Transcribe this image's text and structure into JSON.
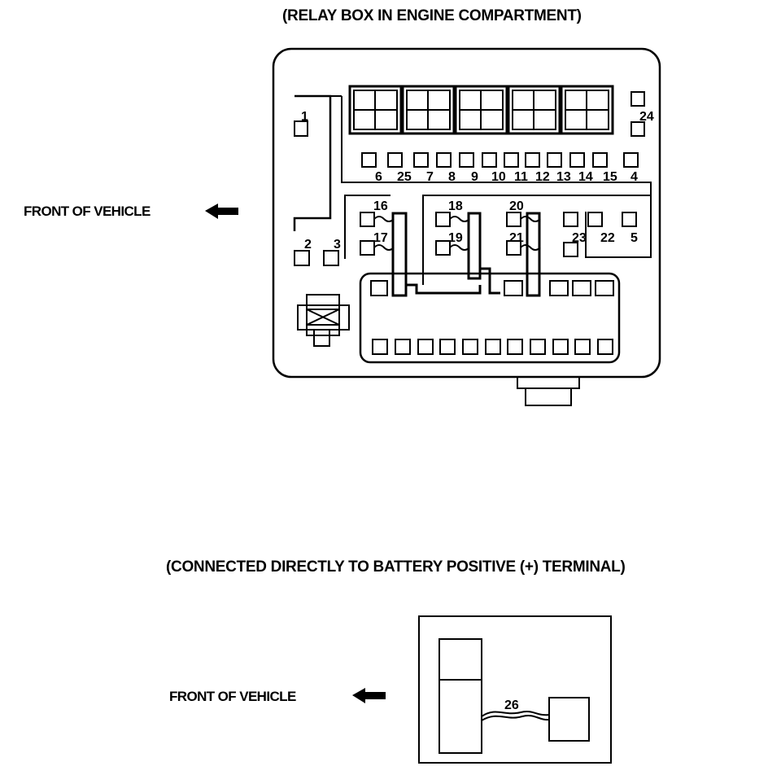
{
  "relay_box": {
    "title": "(RELAY BOX IN ENGINE COMPARTMENT)",
    "front_label": "FRONT OF VEHICLE",
    "arrow_icon": "arrow-left-icon",
    "fuse_labels": [
      "1",
      "2",
      "3",
      "4",
      "5",
      "6",
      "7",
      "8",
      "9",
      "10",
      "11",
      "12",
      "13",
      "14",
      "15",
      "16",
      "17",
      "18",
      "19",
      "20",
      "21",
      "22",
      "23",
      "24",
      "25"
    ]
  },
  "battery_terminal": {
    "title": "(CONNECTED DIRECTLY TO BATTERY POSITIVE (+) TERMINAL)",
    "front_label": "FRONT OF VEHICLE",
    "arrow_icon": "arrow-left-icon",
    "fuse_label": "26"
  }
}
